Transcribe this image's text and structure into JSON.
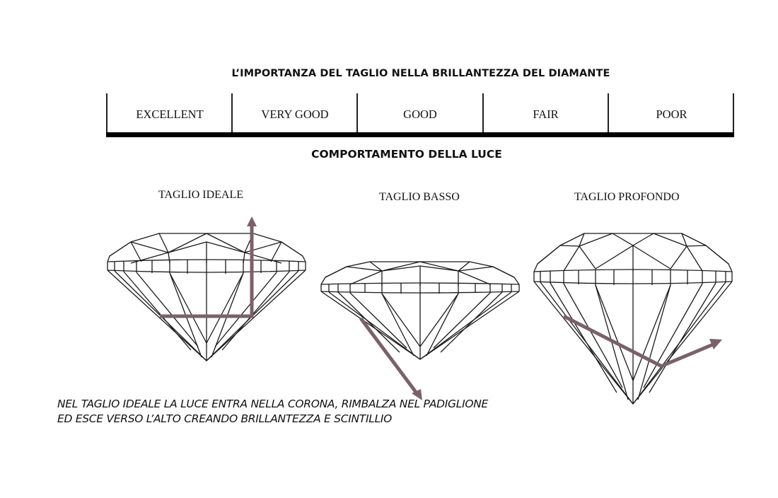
{
  "header": {
    "title": "L’IMPORTANZA DEL TAGLIO NELLA BRILLANTEZZA DEL DIAMANTE"
  },
  "cut_grade_scale": {
    "grades": [
      {
        "label": "EXCELLENT"
      },
      {
        "label": "VERY GOOD"
      },
      {
        "label": "GOOD"
      },
      {
        "label": "FAIR"
      },
      {
        "label": "POOR"
      }
    ]
  },
  "section": {
    "subtitle": "COMPORTAMENTO DELLA LUCE"
  },
  "diagrams": [
    {
      "label": "TAGLIO IDEALE",
      "light_path": "enters crown, reflects in pavilion, exits upward"
    },
    {
      "label": "TAGLIO BASSO",
      "light_path": "enters crown, leaks out through pavilion bottom"
    },
    {
      "label": "TAGLIO PROFONDO",
      "light_path": "enters crown, leaks out through pavilion side"
    }
  ],
  "caption": {
    "line1": "NEL TAGLIO IDEALE LA LUCE ENTRA NELLA CORONA, RIMBALZA NEL PADIGLIONE",
    "line2": "ED ESCE VERSO L’ALTO CREANDO BRILLANTEZZA E SCINTILLIO"
  },
  "colors": {
    "light_ray": "#7a6168",
    "outline": "#1a1a1a"
  }
}
